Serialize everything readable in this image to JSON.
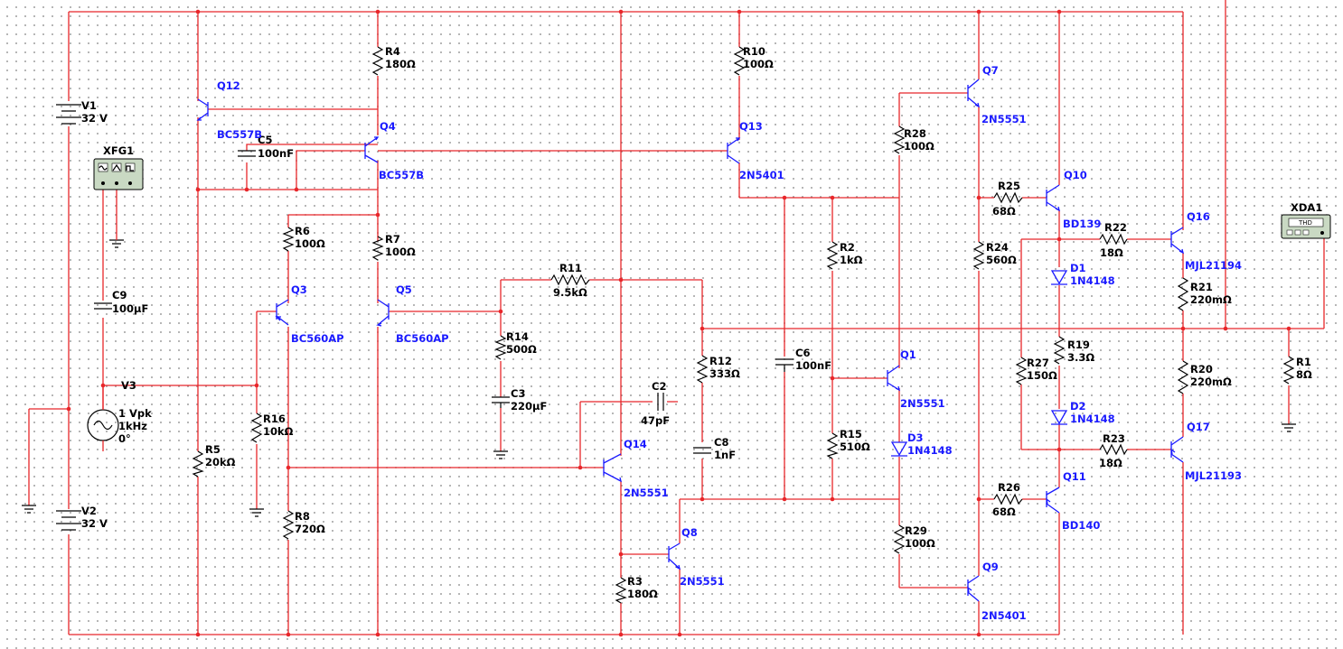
{
  "components": {
    "V1": {
      "ref": "V1",
      "value": "32 V"
    },
    "V2": {
      "ref": "V2",
      "value": "32 V"
    },
    "V3": {
      "ref": "V3",
      "amp": "1 Vpk",
      "freq": "1kHz",
      "phase": "0°"
    },
    "XFG1": {
      "ref": "XFG1"
    },
    "XDA1": {
      "ref": "XDA1",
      "face": "THD"
    },
    "R1": {
      "ref": "R1",
      "value": "8Ω"
    },
    "R2": {
      "ref": "R2",
      "value": "1kΩ"
    },
    "R3": {
      "ref": "R3",
      "value": "180Ω"
    },
    "R4": {
      "ref": "R4",
      "value": "180Ω"
    },
    "R5": {
      "ref": "R5",
      "value": "20kΩ"
    },
    "R6": {
      "ref": "R6",
      "value": "100Ω"
    },
    "R7": {
      "ref": "R7",
      "value": "100Ω"
    },
    "R8": {
      "ref": "R8",
      "value": "720Ω"
    },
    "R10": {
      "ref": "R10",
      "value": "100Ω"
    },
    "R11": {
      "ref": "R11",
      "value": "9.5kΩ"
    },
    "R12": {
      "ref": "R12",
      "value": "333Ω"
    },
    "R14": {
      "ref": "R14",
      "value": "500Ω"
    },
    "R15": {
      "ref": "R15",
      "value": "510Ω"
    },
    "R16": {
      "ref": "R16",
      "value": "10kΩ"
    },
    "R19": {
      "ref": "R19",
      "value": "3.3Ω"
    },
    "R20": {
      "ref": "R20",
      "value": "220mΩ"
    },
    "R21": {
      "ref": "R21",
      "value": "220mΩ"
    },
    "R22": {
      "ref": "R22",
      "value": "18Ω"
    },
    "R23": {
      "ref": "R23",
      "value": "18Ω"
    },
    "R24": {
      "ref": "R24",
      "value": "560Ω"
    },
    "R25": {
      "ref": "R25",
      "value": "68Ω"
    },
    "R26": {
      "ref": "R26",
      "value": "68Ω"
    },
    "R27": {
      "ref": "R27",
      "value": "150Ω"
    },
    "R28": {
      "ref": "R28",
      "value": "100Ω"
    },
    "R29": {
      "ref": "R29",
      "value": "100Ω"
    },
    "C2": {
      "ref": "C2",
      "value": "47pF"
    },
    "C3": {
      "ref": "C3",
      "value": "220µF"
    },
    "C5": {
      "ref": "C5",
      "value": "100nF"
    },
    "C6": {
      "ref": "C6",
      "value": "100nF"
    },
    "C8": {
      "ref": "C8",
      "value": "1nF"
    },
    "C9": {
      "ref": "C9",
      "value": "100µF"
    },
    "D1": {
      "ref": "D1",
      "value": "1N4148"
    },
    "D2": {
      "ref": "D2",
      "value": "1N4148"
    },
    "D3": {
      "ref": "D3",
      "value": "1N4148"
    },
    "Q1": {
      "ref": "Q1",
      "value": "2N5551"
    },
    "Q3": {
      "ref": "Q3",
      "value": "BC560AP"
    },
    "Q4": {
      "ref": "Q4",
      "value": "BC557B"
    },
    "Q5": {
      "ref": "Q5",
      "value": "BC560AP"
    },
    "Q7": {
      "ref": "Q7",
      "value": "2N5551"
    },
    "Q8": {
      "ref": "Q8",
      "value": "2N5551"
    },
    "Q9": {
      "ref": "Q9",
      "value": "2N5401"
    },
    "Q10": {
      "ref": "Q10",
      "value": "BD139"
    },
    "Q11": {
      "ref": "Q11",
      "value": "BD140"
    },
    "Q12": {
      "ref": "Q12",
      "value": "BC557B"
    },
    "Q13": {
      "ref": "Q13",
      "value": "2N5401"
    },
    "Q14": {
      "ref": "Q14",
      "value": "2N5551"
    },
    "Q16": {
      "ref": "Q16",
      "value": "MJL21194"
    },
    "Q17": {
      "ref": "Q17",
      "value": "MJL21193"
    }
  },
  "colors": {
    "wire": "#e8262a",
    "component": "#000000",
    "semiconductor": "#1a1aff",
    "instrument": "#c9d9c3"
  }
}
